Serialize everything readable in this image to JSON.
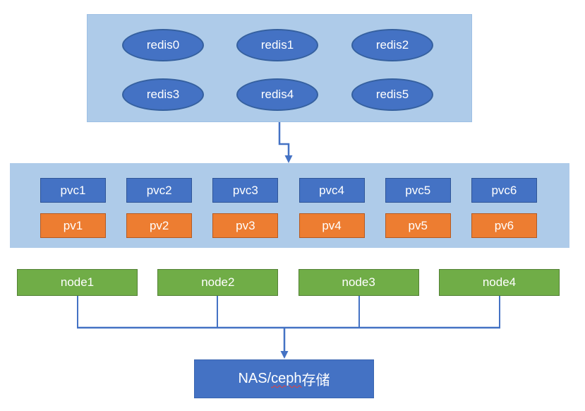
{
  "colors": {
    "container_fill": "#aecbe9",
    "blue_fill": "#4472c4",
    "blue_border": "#2f5597",
    "orange_fill": "#ed7d31",
    "orange_border": "#b45a22",
    "green_fill": "#70ad47",
    "green_border": "#538135",
    "connector": "#4472c4",
    "label_text": "#ffffff",
    "spellcheck_underline": "#e5403a"
  },
  "redis_group": {
    "items": [
      "redis0",
      "redis1",
      "redis2",
      "redis3",
      "redis4",
      "redis5"
    ]
  },
  "volume_band": {
    "pvc_items": [
      "pvc1",
      "pvc2",
      "pvc3",
      "pvc4",
      "pvc5",
      "pvc6"
    ],
    "pv_items": [
      "pv1",
      "pv2",
      "pv3",
      "pv4",
      "pv5",
      "pv6"
    ]
  },
  "nodes": {
    "items": [
      "node1",
      "node2",
      "node3",
      "node4"
    ]
  },
  "storage": {
    "full_label": "NAS/ceph存储",
    "prefix": "NAS/",
    "word": "ceph",
    "suffix": "存储"
  }
}
